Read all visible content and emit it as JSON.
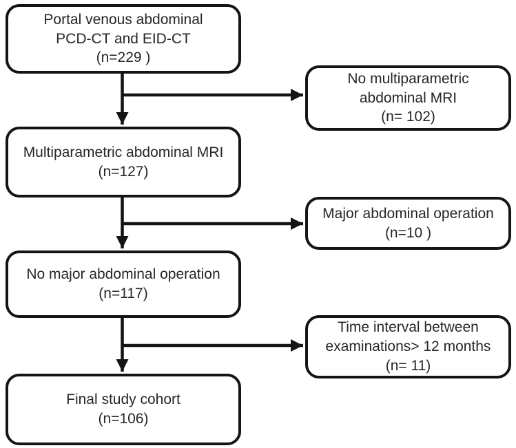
{
  "diagram": {
    "kind": "patient-selection-flowchart",
    "colors": {
      "border": "#141414",
      "fill": "#ffffff",
      "text": "#262626",
      "arrow": "#141414",
      "background": "#ffffff"
    },
    "boxes": {
      "main": [
        {
          "name": "portal-venous-ct",
          "n": 229,
          "lines": [
            "Portal venous abdominal",
            "PCD-CT and EID-CT",
            "(n=229 )"
          ]
        },
        {
          "name": "multiparametric-mri",
          "n": 127,
          "lines": [
            "Multiparametric abdominal MRI",
            "(n=127)"
          ]
        },
        {
          "name": "no-major-operation",
          "n": 117,
          "lines": [
            "No major abdominal operation",
            "(n=117)"
          ]
        },
        {
          "name": "final-study-cohort",
          "n": 106,
          "lines": [
            "Final study cohort",
            "(n=106)"
          ]
        }
      ],
      "excluded": [
        {
          "name": "no-multiparametric-mri",
          "n": 102,
          "lines": [
            "No multiparametric",
            "abdominal MRI",
            "(n= 102)"
          ]
        },
        {
          "name": "major-operation",
          "n": 10,
          "lines": [
            "Major abdominal operation",
            "(n=10 )"
          ]
        },
        {
          "name": "time-interval",
          "n": 11,
          "lines": [
            "Time interval between",
            "examinations> 12 months",
            "(n= 11)"
          ]
        }
      ]
    }
  }
}
